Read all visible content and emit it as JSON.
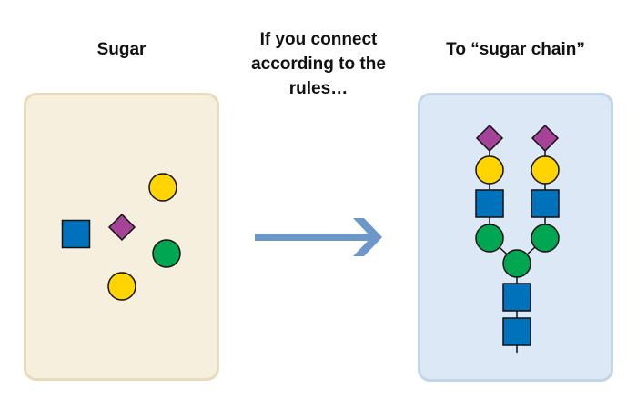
{
  "titles": {
    "left": "Sugar",
    "middle": "If you connect according to the rules…",
    "right": "To “sugar chain”"
  },
  "colors": {
    "left_panel_fill": "#f7efdd",
    "left_panel_border": "#e6dcbc",
    "right_panel_fill": "#dde8f6",
    "right_panel_border": "#c3d5e8",
    "arrow": "#6b97c9",
    "square_blue": "#0072bc",
    "circle_yellow": "#ffd400",
    "circle_green": "#00a651",
    "diamond_purple": "#a54399"
  },
  "left_panel": {
    "monosaccharides": [
      "blue-square",
      "purple-diamond",
      "yellow-circle",
      "green-circle",
      "yellow-circle"
    ]
  },
  "right_panel": {
    "chain_branches": [
      [
        "purple-diamond",
        "yellow-circle",
        "blue-square",
        "green-circle"
      ],
      [
        "purple-diamond",
        "yellow-circle",
        "blue-square",
        "green-circle"
      ]
    ],
    "chain_core": [
      "green-circle",
      "blue-square",
      "blue-square"
    ]
  }
}
